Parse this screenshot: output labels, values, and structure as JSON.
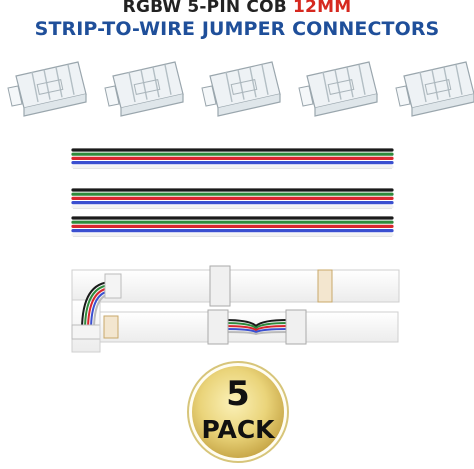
{
  "title": {
    "line1_prefix": "RGBW 5-PIN COB ",
    "line1_highlight": "12MM",
    "line2": "STRIP-TO-WIRE JUMPER CONNECTORS"
  },
  "connectors": {
    "count": 5,
    "icon": "clear-clip-connector-icon"
  },
  "wires": {
    "colors": [
      "#1a1a1a",
      "#2e8b3c",
      "#d9262e",
      "#3a4fd0",
      "#f2f2f2"
    ]
  },
  "badge": {
    "number": "5",
    "label": "PACK"
  },
  "colors": {
    "title_dark": "#222222",
    "highlight": "#d6281f",
    "title_blue": "#1f4f9a",
    "badge_gold": "#e8d47a"
  }
}
